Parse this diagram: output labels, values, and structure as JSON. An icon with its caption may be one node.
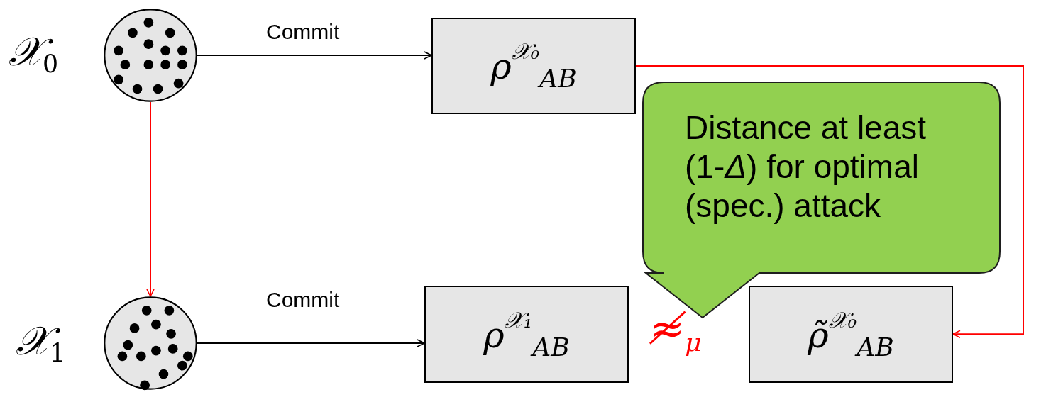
{
  "diagram": {
    "nodes": [
      {
        "text": [],
        "shape": "circle",
        "beside": [
          "𝒳$_{0}$"
        ]
      },
      {
        "text": [
          "ρ$^{𝒳₀}$$_{AB}$"
        ]
      },
      {
        "text": [],
        "shape": "circle",
        "beside": [
          "𝒳$_{1}$"
        ]
      },
      {
        "text": [
          "ρ$^{𝒳₁}$$_{AB}$"
        ]
      },
      {
        "text": [
          "ρ̃$^{𝒳₀}$$_{AB}$"
        ]
      },
      {
        "text": [
          "Distance at least (1-*Δ*) for optimal (spec.) attack"
        ]
      }
    ],
    "edges": [
      {
        "from": 0,
        "to": 1,
        "arrow": "to",
        "label": "Commit"
      },
      {
        "from": 0,
        "to": 2,
        "arrow": "to",
        "color": "#ff0000"
      },
      {
        "from": 2,
        "to": 3,
        "arrow": "to",
        "label": "Commit"
      },
      {
        "from": 1,
        "to": 4,
        "arrow": "to",
        "color": "#ff0000"
      }
    ],
    "labels": [
      "≉$_{μ}$"
    ]
  }
}
